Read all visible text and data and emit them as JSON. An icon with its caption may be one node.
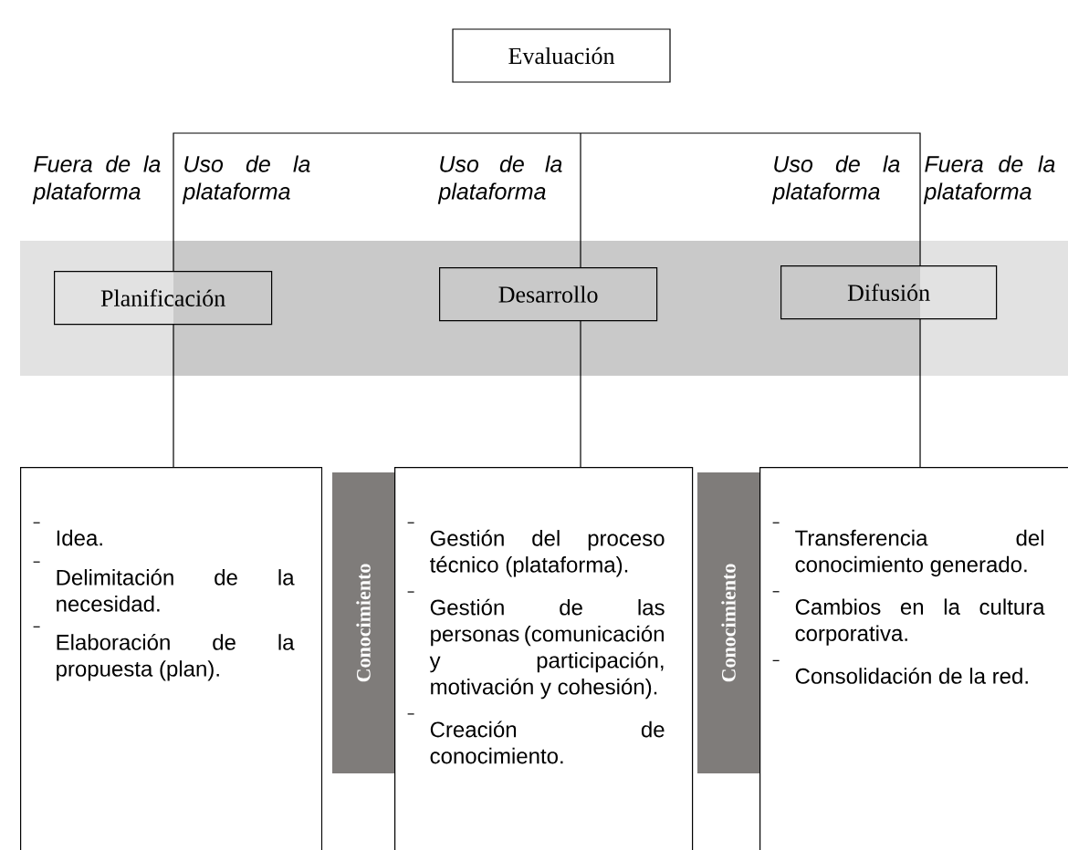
{
  "diagram": {
    "nodes": [
      {
        "text": [
          "Evaluación"
        ]
      },
      {
        "text": [],
        "shape": "bar"
      },
      {
        "text": [
          "Planificación"
        ],
        "in": 1
      },
      {
        "text": [
          "Desarrollo"
        ],
        "in": 1
      },
      {
        "text": [
          "Difusión"
        ],
        "in": 1
      },
      {
        "text": [
          "Idea.",
          "Delimitación de la necesidad.",
          "Elaboración de la propuesta (plan)."
        ]
      },
      {
        "text": [
          "Conocimiento"
        ]
      },
      {
        "text": [
          "Gestión del proceso técnico (plataforma).",
          "Gestión de las personas (comunicación y participación, motivación y cohesión).",
          "Creación de conocimiento."
        ]
      },
      {
        "text": [
          "Conocimiento"
        ]
      },
      {
        "text": [
          "Transferencia del conocimiento generado.",
          "Cambios en la cultura corporativa.",
          "Consolidación de la red."
        ]
      }
    ],
    "labels": [
      "Fuera de la plataforma",
      "Uso de la plataforma",
      "Uso de la plataforma",
      "Uso de la plataforma",
      "Fuera de la plataforma"
    ]
  }
}
